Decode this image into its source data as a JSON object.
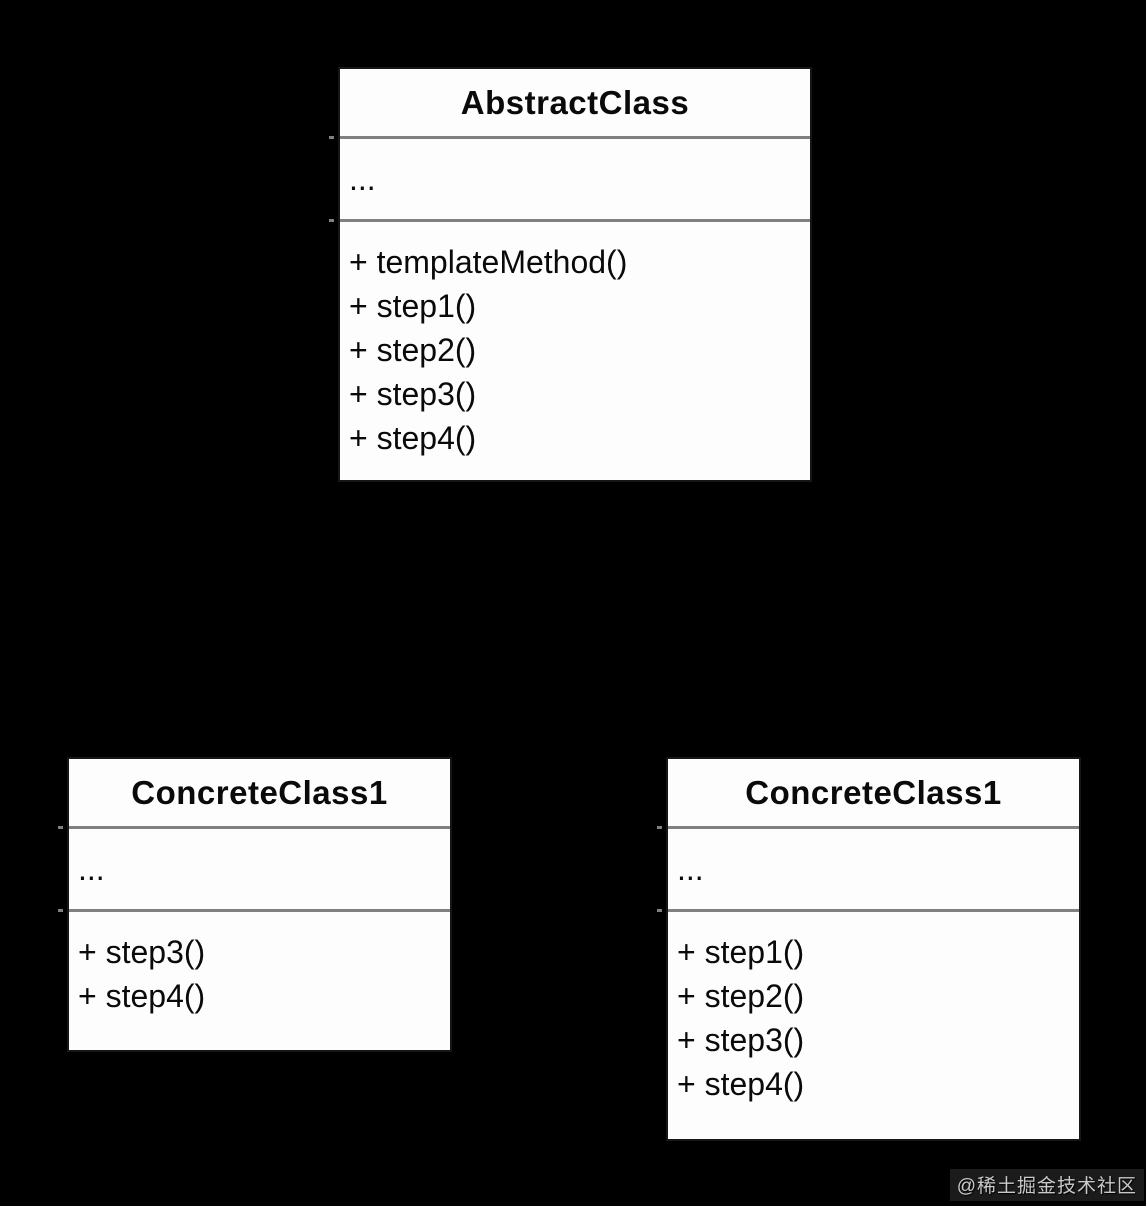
{
  "diagram": {
    "type": "uml-class-diagram",
    "pattern": "Template Method",
    "background_color": "#000000",
    "box_fill_color": "#fdfdfd",
    "separator_color": "#808080",
    "text_color": "#0a0a0a",
    "classes": [
      {
        "name": "AbstractClass",
        "attributes": "...",
        "methods": [
          "+ templateMethod()",
          "+ step1()",
          "+ step2()",
          "+ step3()",
          "+ step4()"
        ]
      },
      {
        "name": "ConcreteClass1",
        "attributes": "...",
        "methods": [
          "+ step3()",
          "+ step4()"
        ]
      },
      {
        "name": "ConcreteClass1",
        "attributes": "...",
        "methods": [
          "+ step1()",
          "+ step2()",
          "+ step3()",
          "+ step4()"
        ]
      }
    ]
  },
  "watermark": {
    "text": "@稀土掘金技术社区",
    "color": "#c9c9c9"
  }
}
